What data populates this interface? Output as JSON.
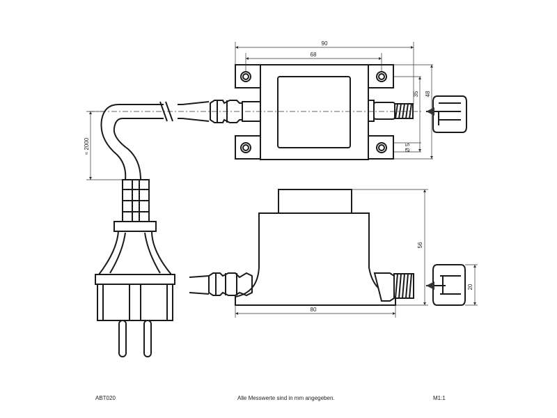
{
  "dimensions": {
    "total_length": "90",
    "hole_spacing": "68",
    "height_35": "35",
    "height_48": "48",
    "hole_diameter": "Ø 5",
    "cable_length": "≈ 2000",
    "base_width": "80",
    "body_height": "56",
    "cap_height": "20"
  },
  "footer": {
    "article_number": "ABT020",
    "note": "Alle Messwerte sind in mm angegeben.",
    "scale": "M1:1"
  }
}
